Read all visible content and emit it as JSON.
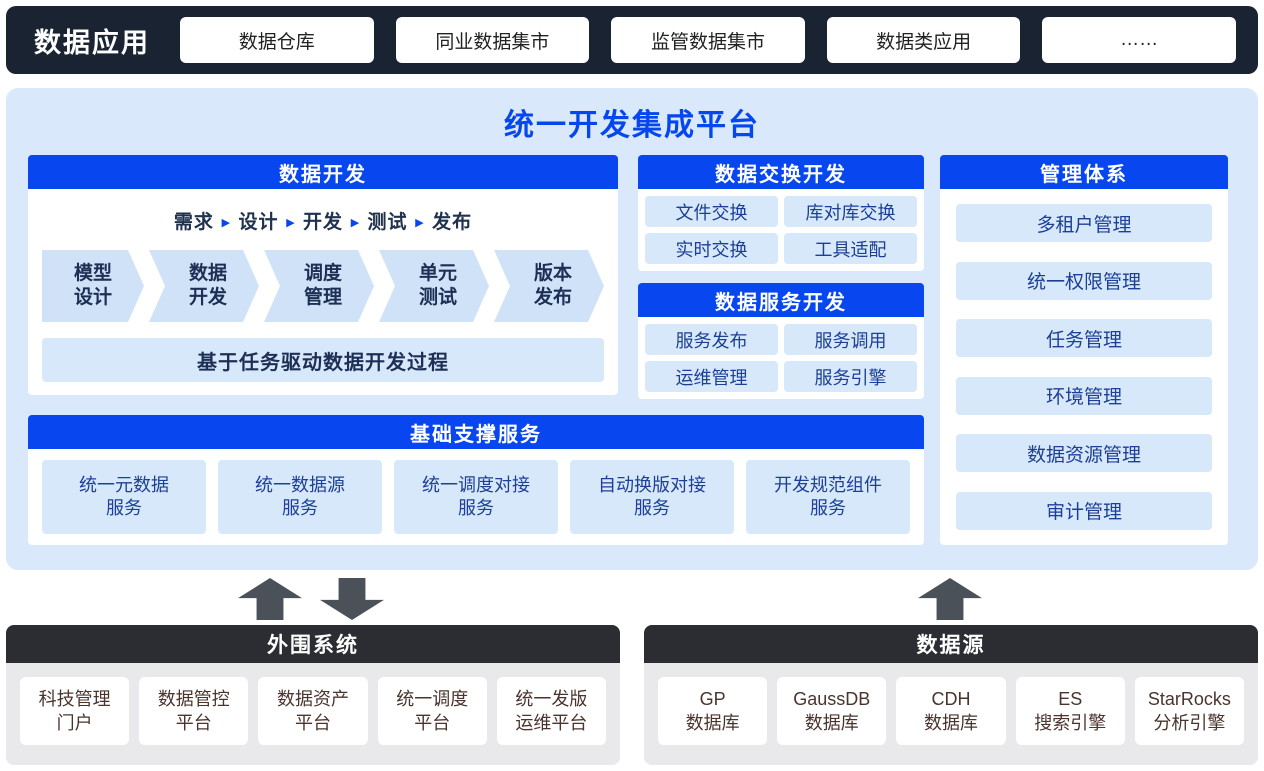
{
  "top_bar": {
    "title": "数据应用",
    "items": [
      "数据仓库",
      "同业数据集市",
      "监管数据集市",
      "数据类应用",
      "……"
    ]
  },
  "platform": {
    "title": "统一开发集成平台",
    "data_dev": {
      "title": "数据开发",
      "steps": [
        "需求",
        "设计",
        "开发",
        "测试",
        "发布"
      ],
      "separator": "▸",
      "chevrons": [
        "模型\n设计",
        "数据\n开发",
        "调度\n管理",
        "单元\n测试",
        "版本\n发布"
      ],
      "note": "基于任务驱动数据开发过程"
    },
    "exchange_dev": {
      "title": "数据交换开发",
      "items": [
        "文件交换",
        "库对库交换",
        "实时交换",
        "工具适配"
      ]
    },
    "service_dev": {
      "title": "数据服务开发",
      "items": [
        "服务发布",
        "服务调用",
        "运维管理",
        "服务引擎"
      ]
    },
    "management": {
      "title": "管理体系",
      "items": [
        "多租户管理",
        "统一权限管理",
        "任务管理",
        "环境管理",
        "数据资源管理",
        "审计管理"
      ]
    },
    "base_services": {
      "title": "基础支撑服务",
      "items": [
        "统一元数据\n服务",
        "统一数据源\n服务",
        "统一调度对接\n服务",
        "自动换版对接\n服务",
        "开发规范组件\n服务"
      ]
    }
  },
  "peripheral": {
    "title": "外围系统",
    "items": [
      "科技管理\n门户",
      "数据管控\n平台",
      "数据资产\n平台",
      "统一调度\n平台",
      "统一发版\n运维平台"
    ]
  },
  "data_sources": {
    "title": "数据源",
    "items": [
      "GP\n数据库",
      "GaussDB\n数据库",
      "CDH\n数据库",
      "ES\n搜索引擎",
      "StarRocks\n分析引擎"
    ]
  },
  "colors": {
    "accent_blue": "#0847f0",
    "platform_bg": "#d9e8fb",
    "item_bg": "#d7e8fb",
    "top_bar_bg": "#1a2332",
    "bottom_header_bg": "#2b2d32",
    "arrow_gray": "#4b5158"
  }
}
